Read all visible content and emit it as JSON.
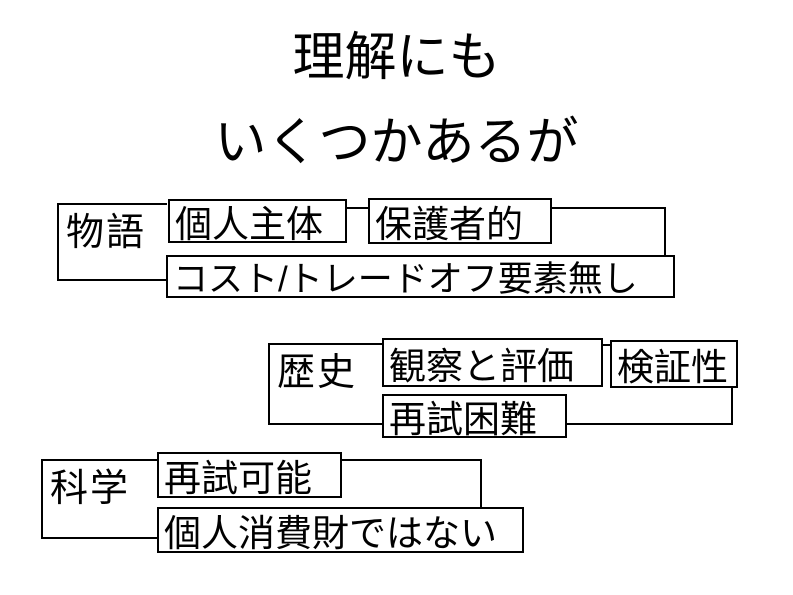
{
  "title": {
    "line1": "理解にも",
    "line2": "いくつかあるが"
  },
  "clusters": [
    {
      "id": "story",
      "label": "物語",
      "boxes": [
        {
          "text": "個人主体"
        },
        {
          "text": "保護者的"
        },
        {
          "text": "コスト/トレードオフ要素無し"
        }
      ]
    },
    {
      "id": "history",
      "label": "歴史",
      "boxes": [
        {
          "text": "観察と評価"
        },
        {
          "text": "検証性"
        },
        {
          "text": "再試困難"
        }
      ]
    },
    {
      "id": "science",
      "label": "科学",
      "boxes": [
        {
          "text": "再試可能"
        },
        {
          "text": "個人消費財ではない"
        }
      ]
    }
  ],
  "colors": {
    "background": "#ffffff",
    "line": "#000000",
    "text": "#000000"
  }
}
